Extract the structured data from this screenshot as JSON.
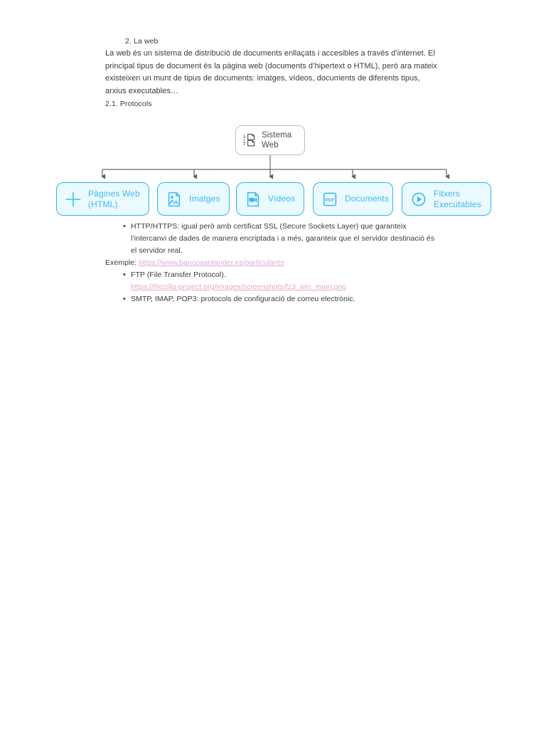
{
  "document": {
    "heading": "2. La web",
    "paragraph": "La web és un sistema de distribució de documents enllaçats i accesibles a través d’internet. El principal tipus de document és la pàgina web (documents d’hipertext o HTML), però ara mateix existeixen un munt de tipus de documents: imatges, vídeos, documents de diferents tipus, arxius executables…",
    "subheading": "2.1. Protocols"
  },
  "diagram": {
    "root": {
      "label": "Sistema\nWeb",
      "icon": "sitemap-files-icon",
      "border_color": "#bfbfbf",
      "text_color": "#4a4a4a",
      "fill_color": "#ffffff"
    },
    "connector_color": "#6b6b6b",
    "children": [
      {
        "label": "Pàgines Web\n(HTML)",
        "icon": "plus-icon"
      },
      {
        "label": "Imatges",
        "icon": "image-file-icon"
      },
      {
        "label": "Vídeos",
        "icon": "video-file-icon"
      },
      {
        "label": "Documents",
        "icon": "pdf-file-icon"
      },
      {
        "label": "Fitxers\nExecutables",
        "icon": "play-circle-icon"
      }
    ],
    "child_style": {
      "border_color": "#2ab6ef",
      "fill_color": "#ebfaff",
      "text_color": "#3cb9ef"
    }
  },
  "protocols": {
    "bullet_1": "HTTP/HTTPS: igual però amb certificat SSL (Secure Sockets Layer) que garanteix l’intercanvi de dades de manera encriptada i a més, garanteix que el servidor destinació és el servidor real.",
    "exemple_label": "Exemple: ",
    "exemple_link": "https://www.bancosantander.es/particulares",
    "bullet_2": "FTP (File Transfer Protocol).",
    "bullet_2_link": "https://filezilla-project.org/images/screenshots/fz3_win_main.png",
    "bullet_3": "SMTP, IMAP, POP3: protocols de configuració de correu electrònic.",
    "link_color": "#dfaad2"
  }
}
